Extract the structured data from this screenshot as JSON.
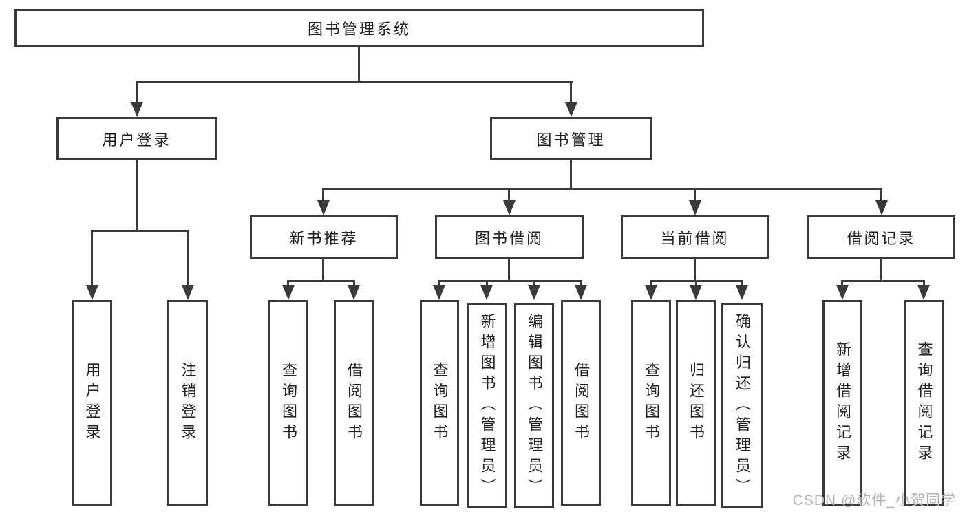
{
  "diagram": {
    "root": {
      "label": "图书管理系统"
    },
    "branches": [
      {
        "label": "用户登录",
        "children": [
          {
            "label": "用户登录"
          },
          {
            "label": "注销登录"
          }
        ]
      },
      {
        "label": "图书管理",
        "children": [
          {
            "label": "新书推荐",
            "children": [
              {
                "label": "查询图书"
              },
              {
                "label": "借阅图书"
              }
            ]
          },
          {
            "label": "图书借阅",
            "children": [
              {
                "label": "查询图书"
              },
              {
                "label": "新增图书（管理员）"
              },
              {
                "label": "编辑图书（管理员）"
              },
              {
                "label": "借阅图书"
              }
            ]
          },
          {
            "label": "当前借阅",
            "children": [
              {
                "label": "查询图书"
              },
              {
                "label": "归还图书"
              },
              {
                "label": "确认归还（管理员）"
              }
            ]
          },
          {
            "label": "借阅记录",
            "children": [
              {
                "label": "新增借阅记录"
              },
              {
                "label": "查询借阅记录"
              }
            ]
          }
        ]
      }
    ]
  },
  "icons": {
    "arrow_down": "▼"
  },
  "watermark": {
    "text": "CSDN @软件_小贺同学"
  },
  "colors": {
    "line": "#3a3a3a",
    "box_border": "#3a3a3a",
    "text": "#222222",
    "background": "#ffffff",
    "watermark": "#b6b6b6"
  }
}
